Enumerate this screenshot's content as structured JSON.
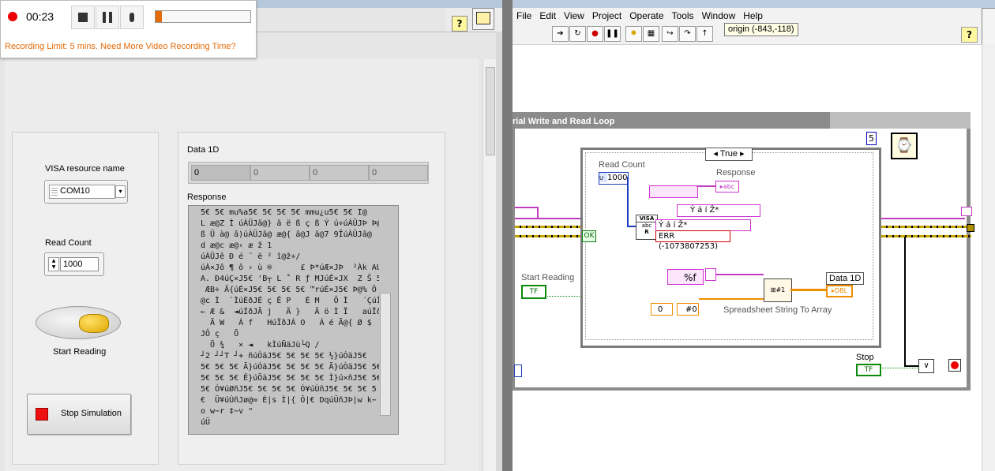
{
  "recording": {
    "time": "00:23",
    "limit_message": "Recording Limit: 5 mins. Need More Video Recording Time?"
  },
  "front_panel": {
    "visa": {
      "label": "VISA resource name",
      "value": "COM10"
    },
    "read_count": {
      "label": "Read Count",
      "value": "1000"
    },
    "start_reading": {
      "label": "Start Reading"
    },
    "stop_simulation": {
      "label": "Stop Simulation"
    },
    "data_1d": {
      "label": "Data 1D",
      "values": [
        "0",
        "0",
        "0",
        "0"
      ]
    },
    "response": {
      "label": "Response",
      "text": "5€ 5€ mu%a5€ 5€ 5€ 5€ mmu¿u5€ 5€ I@\nL æ@Z Ì úÀÜJâ@} â ë ß ç ß Ý ú÷úÀÜJÞ Þ@\nß Ü à@ â)úÀÜJâ@ æ@{ â@J â@7 9ÏúÀÜJâ@\nd æ@c æ@‹ æ ž 1\núÀÜJê Ð é ¨ ë ² î@ž÷/\núÀ×Jô ¶ ô › ù ®      £ Þ*úÆ×JÞ  ²Àk AU +\nA. Ð4úÇ×J5€ 'B┬ L ˚ R ƒ MJúÉ×JX  Z Š 5€\n ÆB÷ Ä{úÉ×J5€ 5€ 5€ 5€ ™rúÉ×J5€ Þ@% Ô\n@c Ì  `ÌúÈðJÉ ç Ê P   É M   Ô Ì   ´ÇúÌðJÑ  ·\n← Æ &  ◄úÍðJÄ j   Ä }   Ä ö Ì Ï   aúÎðJÉ |   Ä\n  Ã W   Á f   HúÏðJÁ O   Á é Ã@{ Ø $   £MúÉ\nJÔ ç   Õ\n  Õ ¾   × ◄   kÌúÑäJù└Q /\n┘2 ┘┘T ┘+ ñúÒäJ5€ 5€ 5€ 5€ ½}úÓäJ5€\n5€ 5€ 5€ Ã}úÓäJ5€ 5€ 5€ 5€ Ã}úÒäJ5€ 5€\n5€ 5€ 5€ Ê}úÖäJ5€ 5€ 5€ 5€ Ì}ú×ñJ5€ 5€ 5€\n5€ Ó¥úØñJ5€ 5€ 5€ 5€ Ó¥úÙñJ5€ 5€ 5€ 5\n€  Ü¥úÚñJø@= È|s Ì|{ Ô|€ DqúÛñJÞ|w k−\no w−r ‡−v \"\núÜ"
    }
  },
  "menu": {
    "items": [
      "File",
      "Edit",
      "View",
      "Project",
      "Operate",
      "Tools",
      "Window",
      "Help"
    ]
  },
  "toolbar": {
    "origin_tip": "origin (-843,-118)"
  },
  "diagram": {
    "loop_title": "rial Write and Read Loop",
    "wait_const": "5",
    "case_selector": "True",
    "read_count_label": "Read Count",
    "read_count_const": "1000",
    "response_label": "Response",
    "start_reading_label": "Start Reading",
    "error_text": "ERR (-1073807253)",
    "format_const": "%f",
    "zero_const": "0",
    "n0_const": "#0",
    "data1d_label": "Data 1D",
    "spreadsheet_label": "Spreadsheet String To Array",
    "stop_label": "Stop",
    "ok_text": "OK",
    "visa_label": "VISA",
    "abc_label": "abc",
    "r_label": "R",
    "y_text": "Ý    á  í    Ž*",
    "tf_text": "TF"
  },
  "colors": {
    "accent_orange": "#e46c0a",
    "loop_border": "#8c8c8c",
    "wire_pink": "#c03cc0",
    "wire_orange": "#f08c00",
    "error_red": "#cc0000"
  }
}
